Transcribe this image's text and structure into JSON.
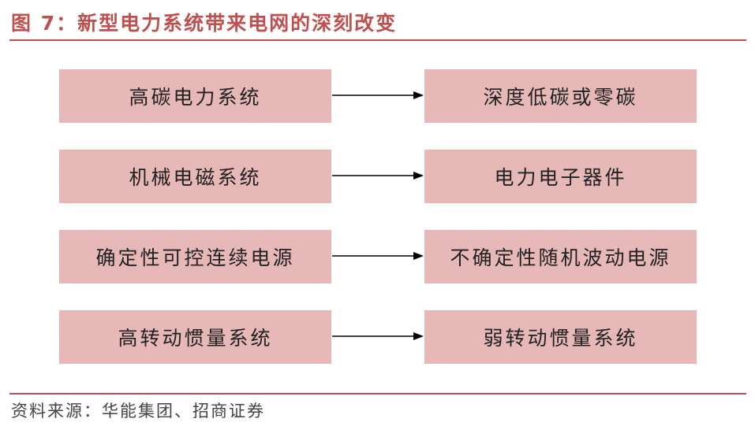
{
  "header": {
    "title": "图 7：新型电力系统带来电网的深刻改变"
  },
  "diagram": {
    "rows": [
      {
        "from": "高碳电力系统",
        "to": "深度低碳或零碳"
      },
      {
        "from": "机械电磁系统",
        "to": "电力电子器件"
      },
      {
        "from": "确定性可控连续电源",
        "to": "不确定性随机波动电源"
      },
      {
        "from": "高转动惯量系统",
        "to": "弱转动惯量系统"
      }
    ]
  },
  "footer": {
    "source": "资料来源：华能集团、招商证券"
  },
  "colors": {
    "accent": "#c0504d",
    "box_fill": "#e6b8b7",
    "text": "#222222"
  }
}
